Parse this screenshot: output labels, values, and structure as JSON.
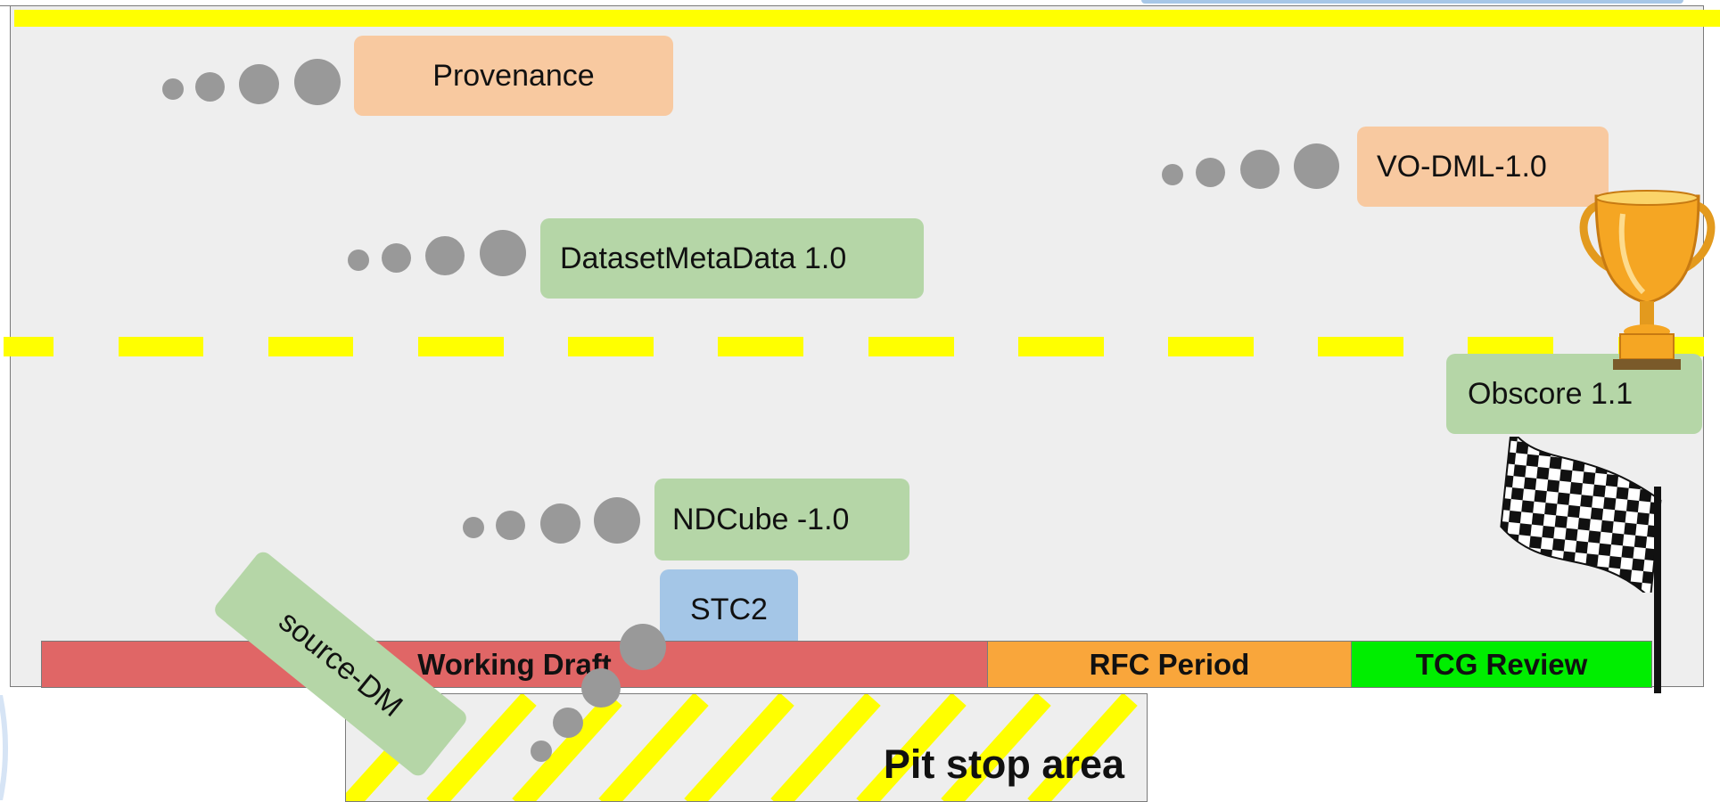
{
  "labels": {
    "provenance": "Provenance",
    "vo_dml": "VO-DML-1.0",
    "dataset_metadata": "DatasetMetaData 1.0",
    "obscore": "Obscore 1.1",
    "ndcube": "NDCube -1.0",
    "stc2": "STC2",
    "source_dm": "source-DM"
  },
  "stages": {
    "working_draft": "Working Draft",
    "rfc_period": "RFC Period",
    "tcg_review": "TCG Review"
  },
  "pit_stop": "Pit stop area",
  "colors": {
    "background": "#eeeeee",
    "lane_line": "#ffff00",
    "orange_box": "#f8c9a0",
    "green_box": "#b5d6a7",
    "blue_box": "#a4c6e7",
    "working_draft": "#e06666",
    "rfc_period": "#f9a63b",
    "tcg_review": "#00ee00",
    "progress_dots": "#999999"
  },
  "icons": [
    "trophy-icon",
    "checkered-flag-icon"
  ]
}
